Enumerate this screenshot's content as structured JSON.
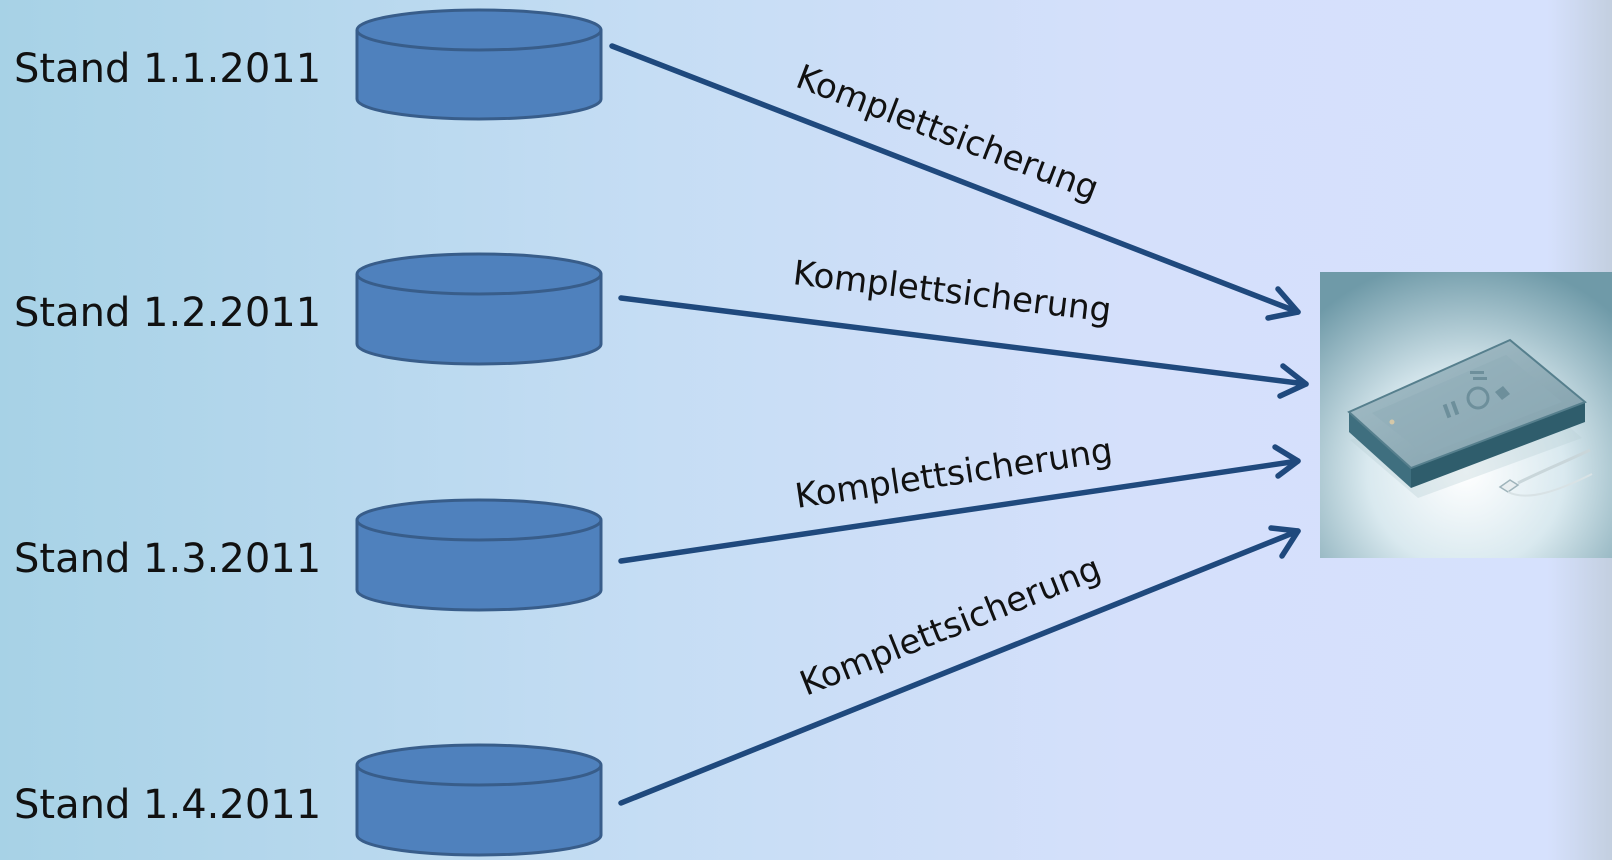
{
  "colors": {
    "cylinder_fill": "#4f81bd",
    "cylinder_stroke": "#385d8a",
    "arrow": "#1f497d",
    "text": "#111111"
  },
  "nodes": [
    {
      "label": "Stand 1.1.2011"
    },
    {
      "label": "Stand 1.2.2011"
    },
    {
      "label": "Stand 1.3.2011"
    },
    {
      "label": "Stand 1.4.2011"
    }
  ],
  "edges": [
    {
      "label": "Komplettsicherung"
    },
    {
      "label": "Komplettsicherung"
    },
    {
      "label": "Komplettsicherung"
    },
    {
      "label": "Komplettsicherung"
    }
  ],
  "target": {
    "icon": "external-hard-drive-icon"
  }
}
